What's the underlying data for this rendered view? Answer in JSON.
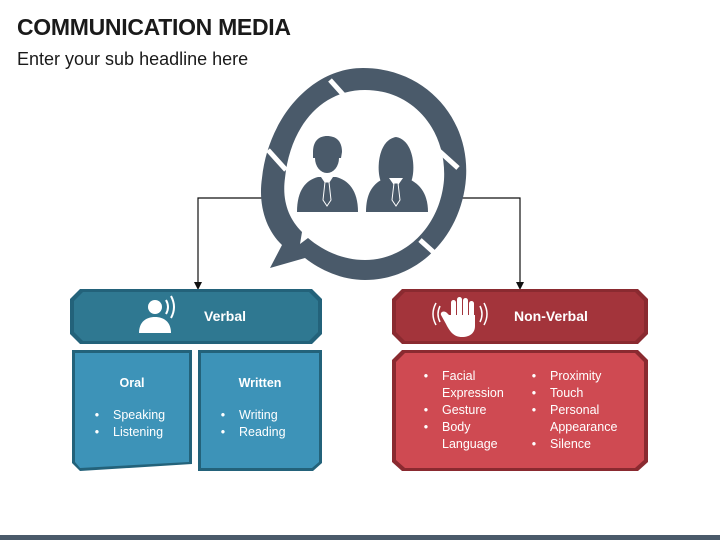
{
  "title": "COMMUNICATION MEDIA",
  "subtitle": "Enter your sub headline here",
  "colors": {
    "icon": "#4a5a6a",
    "verbal_header": "#2f7891",
    "verbal_body": "#3d93b8",
    "nonverbal_header": "#a3343b",
    "nonverbal_body": "#cf4a52",
    "footer": "#4a5a6a"
  },
  "center_icon": {
    "icon": "speech-bubble-with-people-icon",
    "people": [
      "businessman-icon",
      "businesswoman-icon"
    ]
  },
  "verbal": {
    "label": "Verbal",
    "icon": "speaking-person-icon",
    "columns": [
      {
        "title": "Oral",
        "items": [
          "Speaking",
          "Listening"
        ]
      },
      {
        "title": "Written",
        "items": [
          "Writing",
          "Reading"
        ]
      }
    ]
  },
  "nonverbal": {
    "label": "Non-Verbal",
    "icon": "raised-hand-icon",
    "left_items": [
      "Facial Expression",
      "Gesture",
      "Body Language"
    ],
    "right_items": [
      "Proximity",
      "Touch",
      "Personal Appearance",
      "Silence"
    ]
  }
}
